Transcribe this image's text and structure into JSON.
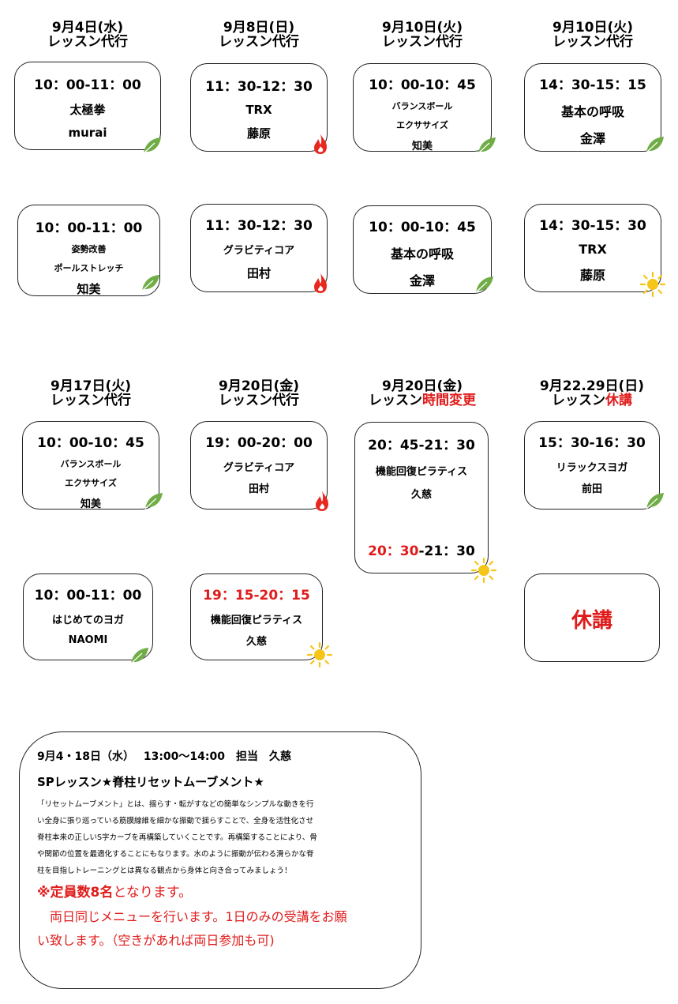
{
  "row1": [
    {
      "date": "9月4日(水)",
      "sub": "レッスン代行",
      "before": {
        "time": "10：00-11：00",
        "lines": [
          "太極拳",
          "murai"
        ],
        "icon": "leaf-icon"
      },
      "after": {
        "time": "10：00-11：00",
        "lines": [
          "姿勢改善",
          "ポールストレッチ",
          "知美"
        ],
        "icon": "leaf-icon"
      }
    },
    {
      "date": "9月8日(日)",
      "sub": "レッスン代行",
      "before": {
        "time": "11：30-12：30",
        "lines": [
          "TRX",
          "藤原"
        ],
        "icon": "flame-icon"
      },
      "after": {
        "time": "11：30-12：30",
        "lines": [
          "グラビティコア",
          "田村"
        ],
        "icon": "flame-icon"
      }
    },
    {
      "date": "9月10日(火)",
      "sub": "レッスン代行",
      "before": {
        "time": "10：00-10：45",
        "lines": [
          "バランスボール",
          "エクササイズ",
          "知美"
        ],
        "icon": "leaf-icon"
      },
      "after": {
        "time": "10：00-10：45",
        "lines": [
          "基本の呼吸",
          "金澤"
        ],
        "icon": "leaf-icon"
      }
    },
    {
      "date": "9月10日(火)",
      "sub": "レッスン代行",
      "before": {
        "time": "14：30-15：15",
        "lines": [
          "基本の呼吸",
          "金澤"
        ],
        "icon": "leaf-icon"
      },
      "after": {
        "time": "14：30-15：30",
        "lines": [
          "TRX",
          "藤原"
        ],
        "icon": "sun-icon"
      }
    }
  ],
  "row2": [
    {
      "date": "9月17日(火)",
      "sub": "レッスン代行",
      "before": {
        "time": "10：00-10：45",
        "lines": [
          "バランスボール",
          "エクササイズ",
          "知美"
        ],
        "icon": "leaf-icon"
      },
      "after": {
        "time": "10：00-11：00",
        "lines": [
          "はじめてのヨガ",
          "NAOMI"
        ],
        "icon": "leaf-icon"
      }
    },
    {
      "date": "9月20日(金)",
      "sub": "レッスン代行",
      "before": {
        "time": "19：00-20：00",
        "lines": [
          "グラビティコア",
          "田村"
        ],
        "icon": "flame-icon"
      },
      "after": {
        "time": "19：15-20：15",
        "lines": [
          "機能回復ピラティス",
          "久慈"
        ],
        "icon": "sun-icon"
      }
    },
    {
      "date": "9月20日(金)",
      "sub": "レッスン",
      "sub_red": "時間変更",
      "box": {
        "time": "20：45-21：30",
        "lines": [
          "機能回復ピラティス",
          "久慈"
        ],
        "new_time_red": "20：30",
        "new_time_rest": "-21：30",
        "icon": "sun-icon"
      }
    },
    {
      "date": "9月22.29日(日)",
      "sub": "レッスン",
      "sub_red": "休講",
      "before": {
        "time": "15：30-16：30",
        "lines": [
          "リラックスヨガ",
          "前田"
        ],
        "icon": "leaf-icon"
      },
      "after": {
        "closed": "休講"
      }
    }
  ],
  "sp": {
    "line1": "9月4・18日（水）　 13:00～14:00　担当　久慈",
    "line2": "SPレッスン★脊柱リセットムーブメント★",
    "body": [
      "「リセットムーブメント」とは、揺らす・転がすなどの簡単なシンプルな動きを行",
      "い全身に張り巡っている筋膜線維を細かな振動で揺らすことで、全身を活性化させ",
      "脊柱本来の正しいS字カーブを再構築していくことです。再構築することにより、骨",
      "や関節の位置を最適化することにもなります。水のように振動が伝わる滑らかな脊",
      "柱を目指しトレーニングとは異なる観点から身体と向き合ってみましょう！"
    ],
    "notice_bold": "※定員数8名",
    "notice_rest": "となります。",
    "note1": "　両日同じメニューを行います。1日のみの受講をお願",
    "note2": "い致します。（空きがあれば両日参加も可)"
  },
  "colors": {
    "accent_red": "#e01b1b",
    "arrow_blue": "#4472c4",
    "leaf_green": "#70ad47",
    "flame_red": "#e8271f",
    "sun_yellow": "#f5c518"
  }
}
